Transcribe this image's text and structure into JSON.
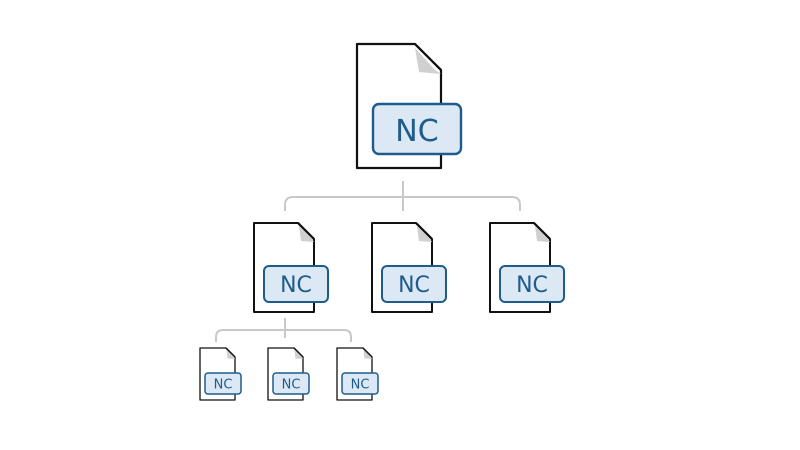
{
  "diagram": {
    "root": {
      "label": "NC"
    },
    "children": [
      {
        "label": "NC",
        "children": [
          {
            "label": "NC"
          },
          {
            "label": "NC"
          },
          {
            "label": "NC"
          }
        ]
      },
      {
        "label": "NC"
      },
      {
        "label": "NC"
      }
    ]
  },
  "colors": {
    "document_outline": "#111111",
    "fold_shadow": "#c8c8c8",
    "badge_fill": "#dce8f3",
    "badge_stroke": "#1e5c8c",
    "badge_text": "#1e5c8c",
    "connector": "#c8c8c8"
  },
  "icons": {
    "document": "document-icon",
    "badge": "nc-badge"
  }
}
